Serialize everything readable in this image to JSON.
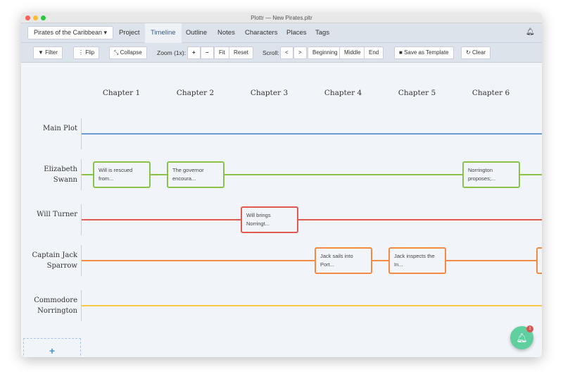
{
  "window_title": "Plottr — New Pirates.pltr",
  "nav": {
    "project_select": "Pirates of the Caribbean ▾",
    "tabs": [
      "Project",
      "Timeline",
      "Outline",
      "Notes",
      "Characters",
      "Places",
      "Tags"
    ],
    "active_tab": "Timeline"
  },
  "toolbar": {
    "filter": "Filter",
    "flip": "Flip",
    "collapse": "Collapse",
    "zoom_label": "Zoom (1x):",
    "zoom_in": "+",
    "zoom_out": "−",
    "fit": "Fit",
    "reset": "Reset",
    "scroll_label": "Scroll:",
    "prev": "<",
    "next": ">",
    "beginning": "Beginning",
    "middle": "Middle",
    "end": "End",
    "save_template": "Save as Template",
    "clear": "Clear"
  },
  "chapters": [
    "Chapter 1",
    "Chapter 2",
    "Chapter 3",
    "Chapter 4",
    "Chapter 5",
    "Chapter 6"
  ],
  "lines": [
    {
      "name": "Main Plot",
      "color": "#6b9bd2",
      "cards": []
    },
    {
      "name": "Elizabeth Swann",
      "color": "#8bc34a",
      "cards": [
        {
          "chapter": 1,
          "text": "Will is rescued from..."
        },
        {
          "chapter": 2,
          "text": "The governor encoura..."
        },
        {
          "chapter": 6,
          "text": "Norrington proposes;..."
        }
      ]
    },
    {
      "name": "Will Turner",
      "color": "#e05a4f",
      "cards": [
        {
          "chapter": 3,
          "text": "Will brings Norringt..."
        }
      ]
    },
    {
      "name": "Captain Jack Sparrow",
      "color": "#f58a42",
      "cards": [
        {
          "chapter": 4,
          "text": "Jack sails into Port..."
        },
        {
          "chapter": 5,
          "text": "Jack inspects the In..."
        },
        {
          "chapter": 7,
          "text": ""
        }
      ]
    },
    {
      "name": "Commodore Norrington",
      "color": "#f7c948",
      "cards": []
    }
  ],
  "add_line": "+",
  "notifications": {
    "count": "1"
  }
}
